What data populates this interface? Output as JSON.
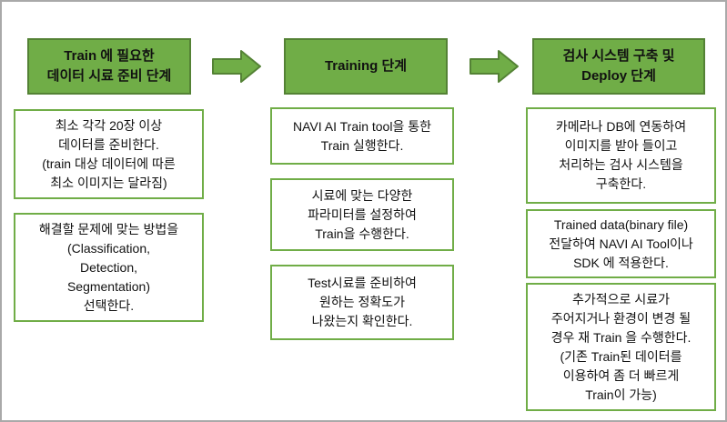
{
  "stages": [
    {
      "header": "Train 에 필요한\n데이터 시료 준비 단계",
      "steps": [
        "최소 각각 20장 이상\n데이터를 준비한다.\n(train 대상 데이터에 따른\n최소 이미지는 달라짐)",
        "해결할 문제에 맞는 방법을\n(Classification,\nDetection,\nSegmentation)\n선택한다."
      ]
    },
    {
      "header": "Training 단계",
      "steps": [
        "NAVI AI Train tool을 통한\nTrain 실행한다.",
        "시료에 맞는 다양한\n파라미터를 설정하여\nTrain을 수행한다.",
        "Test시료를 준비하여\n원하는 정확도가\n나왔는지 확인한다."
      ]
    },
    {
      "header": "검사 시스템 구축 및\nDeploy 단계",
      "steps": [
        "카메라나 DB에 연동하여\n이미지를 받아 들이고\n처리하는 검사 시스템을\n구축한다.",
        "Trained data(binary file)\n전달하여 NAVI AI Tool이나\nSDK 에 적용한다.",
        "추가적으로 시료가\n주어지거나 환경이 변경 될\n경우 재 Train 을 수행한다.\n(기존 Train된 데이터를\n이용하여 좀 더 빠르게\nTrain이 가능)"
      ]
    }
  ],
  "colors": {
    "header_fill": "#70AD47",
    "header_border": "#548235",
    "box_border": "#70AD47",
    "arrow_fill": "#70AD47",
    "arrow_border": "#548235"
  }
}
